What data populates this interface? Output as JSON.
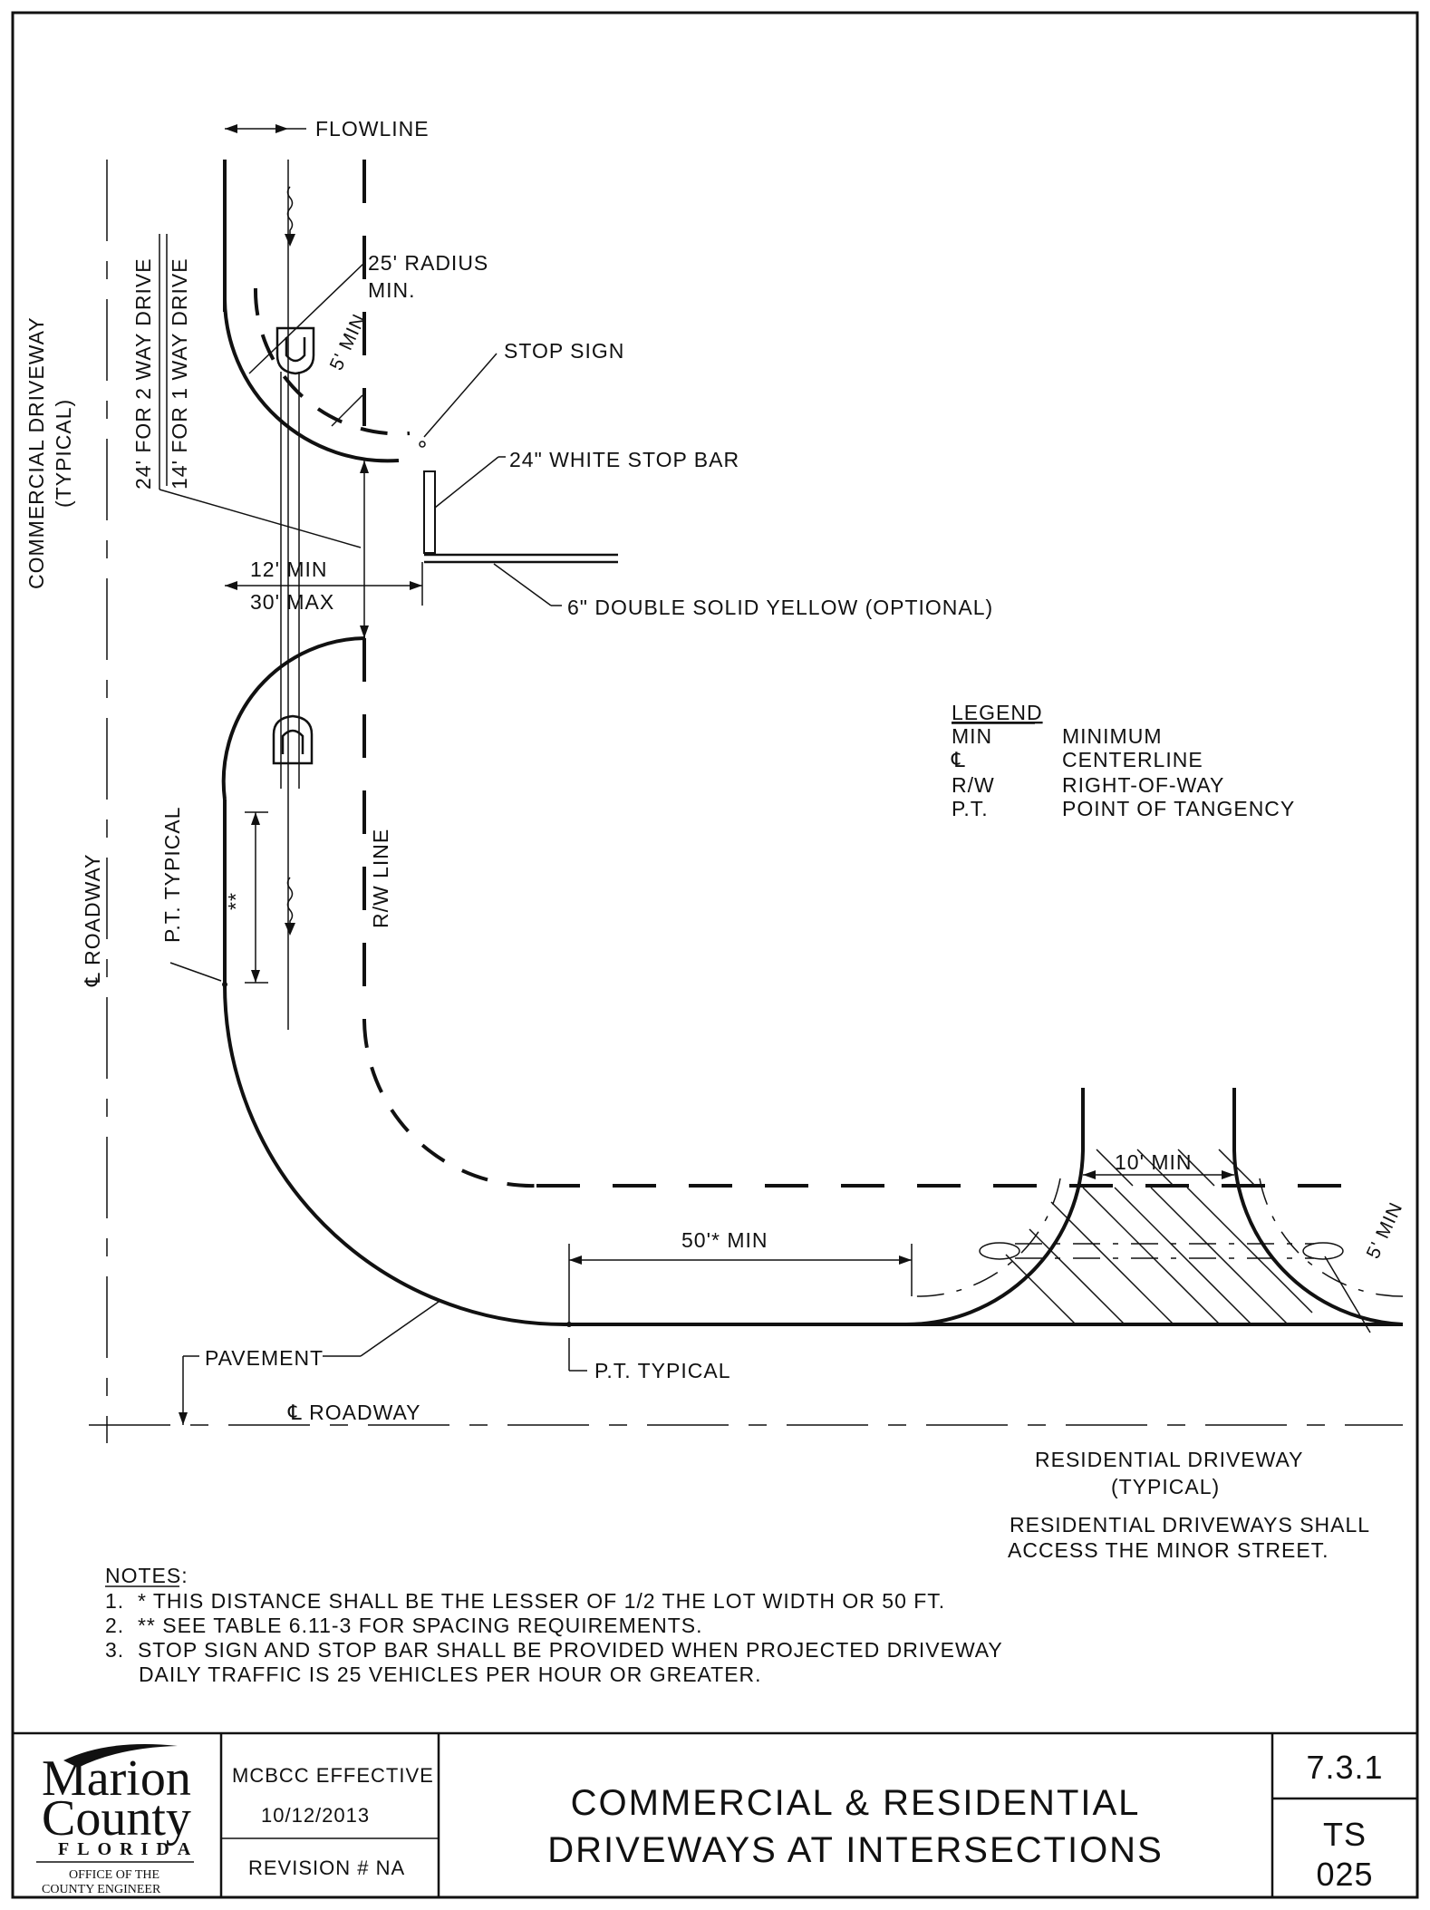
{
  "drawing": {
    "flowline": "FLOWLINE",
    "radius_line1": "25' RADIUS",
    "radius_line2": "MIN.",
    "five_min_top": "5' MIN",
    "stop_sign": "STOP SIGN",
    "stop_bar": "24\" WHITE STOP BAR",
    "double_yellow": "6\" DOUBLE SOLID YELLOW (OPTIONAL)",
    "min_12": "12' MIN",
    "max_30": "30' MAX",
    "commercial_driveway": "COMMERCIAL DRIVEWAY",
    "commercial_typical": "(TYPICAL)",
    "two_way": "24' FOR 2 WAY DRIVE",
    "one_way": "14' FOR 1 WAY DRIVE",
    "cl_roadway_vertical": "℄ ROADWAY",
    "pt_typical_vertical": "P.T. TYPICAL",
    "double_star": "**",
    "rw_line": "R/W LINE",
    "ten_min": "10' MIN",
    "five_min_right": "5' MIN",
    "fifty_min": "50'* MIN",
    "pavement": "PAVEMENT",
    "pt_typical_horizontal": "P.T. TYPICAL",
    "cl_roadway_horizontal": "℄ ROADWAY",
    "residential_driveway": "RESIDENTIAL DRIVEWAY",
    "residential_typical": "(TYPICAL)",
    "residential_note1": "RESIDENTIAL DRIVEWAYS SHALL",
    "residential_note2": "ACCESS THE MINOR STREET."
  },
  "legend": {
    "title": "LEGEND",
    "items": [
      {
        "abbr": "MIN",
        "meaning": "MINIMUM"
      },
      {
        "abbr": "℄",
        "meaning": "CENTERLINE"
      },
      {
        "abbr": "R/W",
        "meaning": "RIGHT-OF-WAY"
      },
      {
        "abbr": "P.T.",
        "meaning": "POINT OF TANGENCY"
      }
    ]
  },
  "notes": {
    "title": "NOTES:",
    "items": [
      "1.  * THIS DISTANCE SHALL BE THE LESSER OF 1/2 THE LOT WIDTH OR 50 FT.",
      "2.  ** SEE TABLE 6.11-3 FOR SPACING REQUIREMENTS.",
      "3.  STOP SIGN AND STOP BAR SHALL BE PROVIDED WHEN PROJECTED DRIVEWAY",
      "     DAILY TRAFFIC IS 25 VEHICLES PER HOUR OR GREATER."
    ]
  },
  "title_block": {
    "logo_marion": "Marion",
    "logo_county": "County",
    "logo_florida": "FLORIDA",
    "logo_office1": "OFFICE OF THE",
    "logo_office2": "COUNTY ENGINEER",
    "effective_label": "MCBCC EFFECTIVE",
    "effective_date": "10/12/2013",
    "revision": "REVISION # NA",
    "title_line1": "COMMERCIAL & RESIDENTIAL",
    "title_line2": "DRIVEWAYS AT INTERSECTIONS",
    "index_number": "7.3.1",
    "sheet_code": "TS",
    "sheet_number": "025"
  }
}
